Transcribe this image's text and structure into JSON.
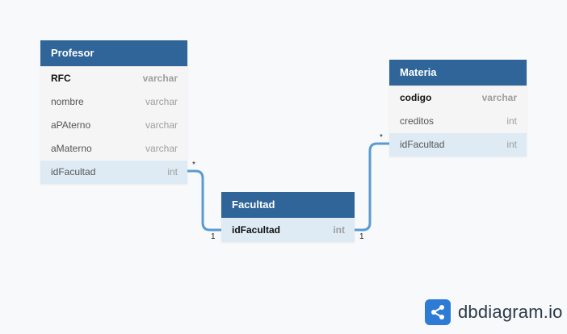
{
  "colors": {
    "header": "#2f6598",
    "relation_line": "#5b9bd1",
    "fk_row": "#deebf5",
    "logo_bg": "#2e7bd6"
  },
  "tables": {
    "profesor": {
      "name": "Profesor",
      "fields": [
        {
          "name": "RFC",
          "type": "varchar",
          "pk": true
        },
        {
          "name": "nombre",
          "type": "varchar"
        },
        {
          "name": "aPAterno",
          "type": "varchar"
        },
        {
          "name": "aMaterno",
          "type": "varchar"
        },
        {
          "name": "idFacultad",
          "type": "int",
          "fk": true
        }
      ]
    },
    "materia": {
      "name": "Materia",
      "fields": [
        {
          "name": "codigo",
          "type": "varchar",
          "pk": true
        },
        {
          "name": "creditos",
          "type": "int"
        },
        {
          "name": "idFacultad",
          "type": "int",
          "fk": true
        }
      ]
    },
    "facultad": {
      "name": "Facultad",
      "fields": [
        {
          "name": "idFacultad",
          "type": "int",
          "pk": true,
          "fk": true
        }
      ]
    }
  },
  "relations": {
    "profesor_facultad": {
      "from_card": "*",
      "to_card": "1"
    },
    "materia_facultad": {
      "from_card": "*",
      "to_card": "1"
    }
  },
  "brand": {
    "text": "dbdiagram.io",
    "icon": "share-nodes-icon"
  }
}
